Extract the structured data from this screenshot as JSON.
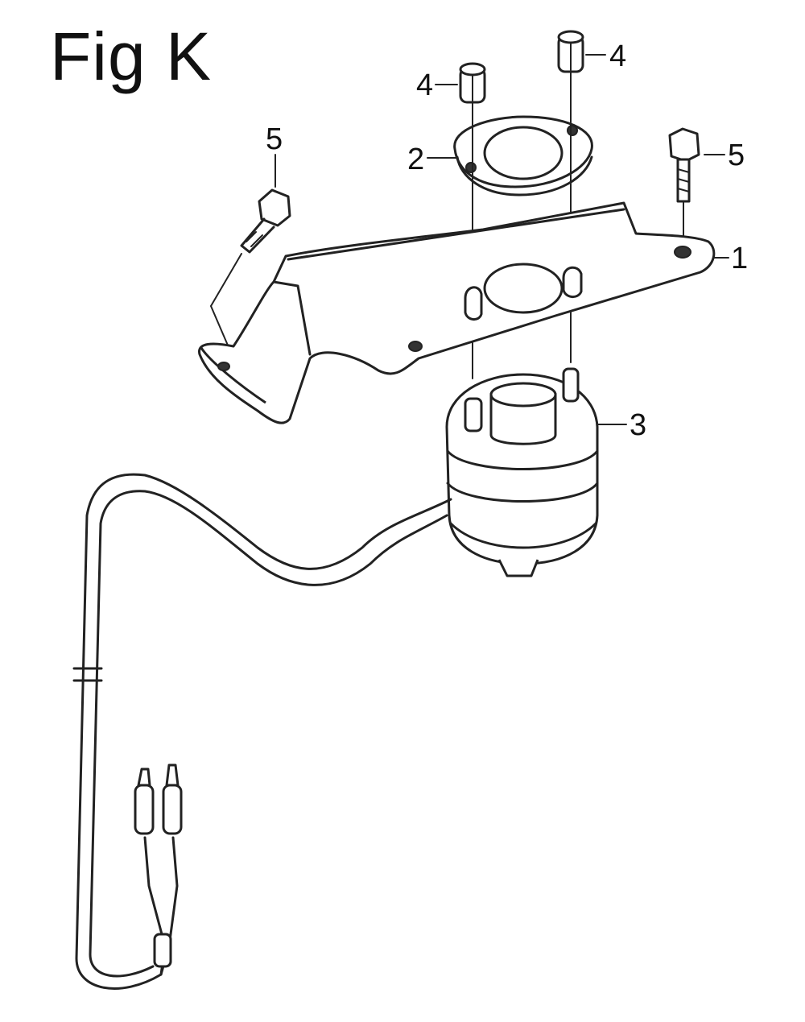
{
  "figure": {
    "title": "Fig K"
  },
  "callouts": [
    {
      "id": "bracket",
      "label": "1"
    },
    {
      "id": "gasket",
      "label": "2"
    },
    {
      "id": "switch",
      "label": "3"
    },
    {
      "id": "nut-left",
      "label": "4"
    },
    {
      "id": "nut-right",
      "label": "4"
    },
    {
      "id": "bolt-left",
      "label": "5"
    },
    {
      "id": "bolt-right",
      "label": "5"
    }
  ]
}
